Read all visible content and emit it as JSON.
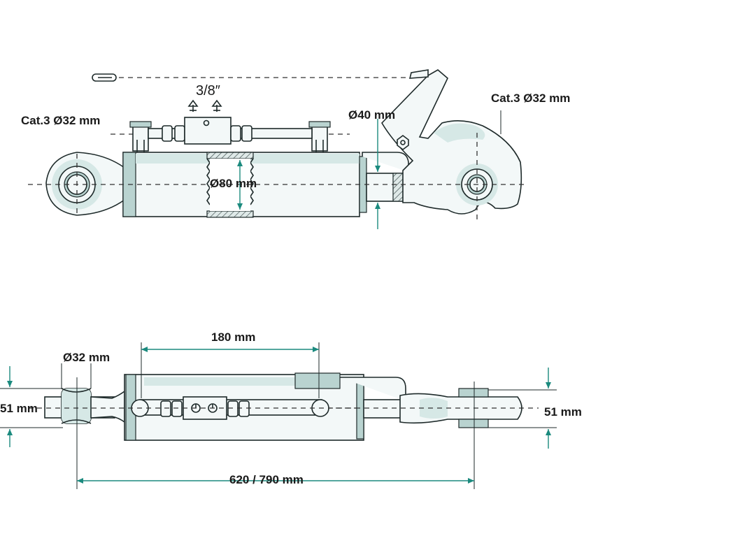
{
  "labels": {
    "thread": "3/8″",
    "cat3_left": "Cat.3 Ø32 mm",
    "cat3_right": "Cat.3 Ø32 mm",
    "rod_diameter": "Ø40 mm",
    "bore_diameter": "Ø80 mm",
    "stroke_length": "180 mm",
    "pin_diameter": "Ø32 mm",
    "left_width": "51 mm",
    "right_width": "51 mm",
    "total_length": "620 / 790 mm"
  },
  "colors": {
    "dimension": "#1b8a7e",
    "outline": "#1e2a2a",
    "fill": "#f3f8f8",
    "shade": "#d6e8e6"
  }
}
